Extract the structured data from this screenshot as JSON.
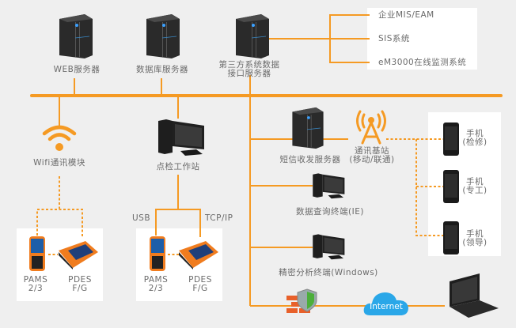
{
  "colors": {
    "line": "#f59a23",
    "background": "#efefef",
    "box": "#ffffff",
    "text": "#6b6b6b",
    "cloud": "#2aa7e8"
  },
  "servers": {
    "web": "WEB服务器",
    "db": "数据库服务器",
    "third_party_line1": "第三方系统数据",
    "third_party_line2": "接口服务器"
  },
  "external_systems": [
    "企业MIS/EAM",
    "SIS系统",
    "eM3000在线监测系统"
  ],
  "wifi": {
    "label": "Wifi通讯模块"
  },
  "workstation": {
    "label": "点检工作站",
    "usb": "USB",
    "tcpip": "TCP/IP"
  },
  "devices": {
    "pams_line1": "PAMS",
    "pams_line2": "2/3",
    "pdes_line1": "PDES",
    "pdes_line2": "F/G"
  },
  "sms_server": {
    "label": "短信收发服务器"
  },
  "base_station": {
    "line1": "通讯基站",
    "line2": "(移动/联通)"
  },
  "phones": [
    {
      "line1": "手机",
      "line2": "(检修)"
    },
    {
      "line1": "手机",
      "line2": "(专工)"
    },
    {
      "line1": "手机",
      "line2": "(领导)"
    }
  ],
  "query_terminal": {
    "label": "数据查询终端(IE)"
  },
  "analysis_terminal": {
    "label": "精密分析终端(Windows)"
  },
  "internet": {
    "label": "Internet"
  }
}
